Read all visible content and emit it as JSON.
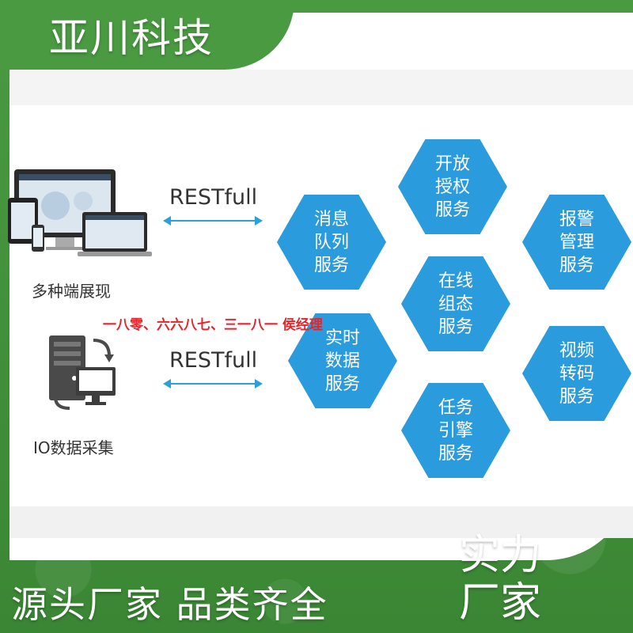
{
  "brand": {
    "name": "亚川科技"
  },
  "diagram": {
    "left_nodes": [
      {
        "label": "多种端展现",
        "icon": "multi-device-icon"
      },
      {
        "label": "IO数据采集",
        "icon": "server-sync-icon"
      }
    ],
    "connections": [
      {
        "label": "RESTfull"
      },
      {
        "label": "RESTfull"
      }
    ],
    "services": [
      {
        "lines": [
          "开放",
          "授权",
          "服务"
        ]
      },
      {
        "lines": [
          "消息",
          "队列",
          "服务"
        ]
      },
      {
        "lines": [
          "报警",
          "管理",
          "服务"
        ]
      },
      {
        "lines": [
          "在线",
          "组态",
          "服务"
        ]
      },
      {
        "lines": [
          "实时",
          "数据",
          "服务"
        ]
      },
      {
        "lines": [
          "视频",
          "转码",
          "服务"
        ]
      },
      {
        "lines": [
          "任务",
          "引擎",
          "服务"
        ]
      }
    ],
    "overlay_text": "一八零、六六八七、三一八一 侯经理"
  },
  "slogans": {
    "left": "源头厂家 品类齐全",
    "right_line1": "实力",
    "right_line2": "厂家"
  },
  "colors": {
    "background_green": "#3f8f38",
    "hex_blue": "#2a9bdc",
    "arrow_blue": "#2aa2d8",
    "overlay_red": "#e3262c"
  }
}
